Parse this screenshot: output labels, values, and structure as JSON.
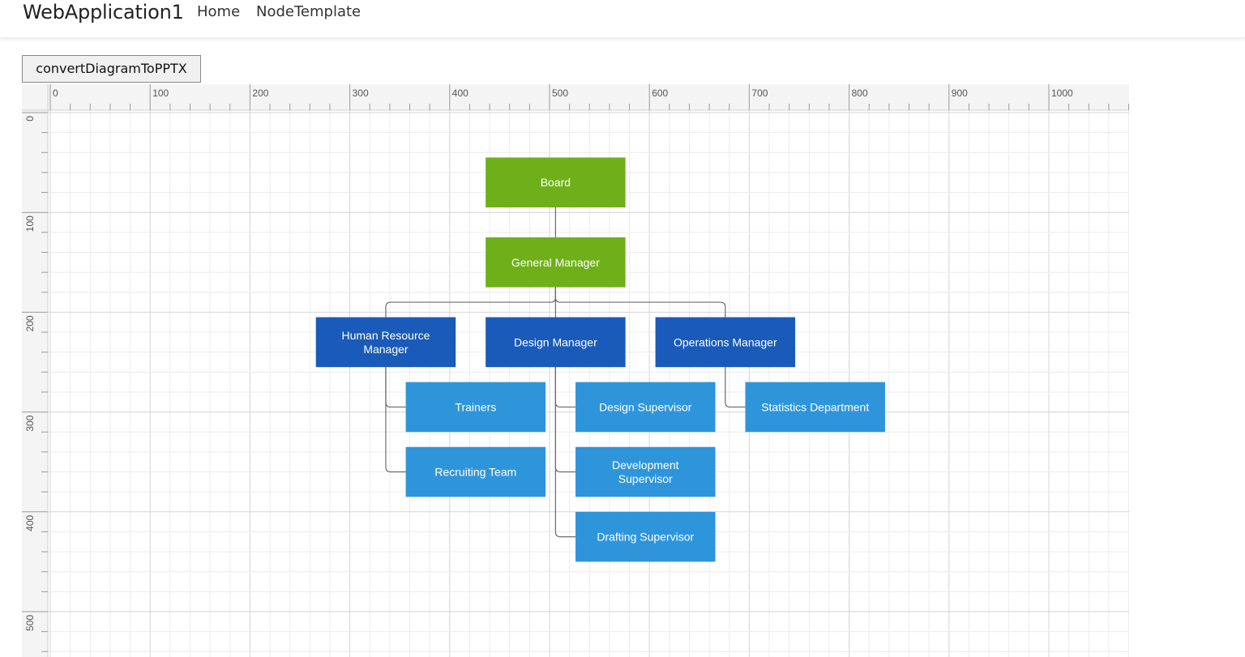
{
  "app": {
    "title": "WebApplication1",
    "nav": [
      {
        "label": "Home"
      },
      {
        "label": "NodeTemplate"
      }
    ]
  },
  "toolbar": {
    "convert_label": "convertDiagramToPPTX"
  },
  "ruler": {
    "horizontal_labels": [
      "0",
      "100",
      "200",
      "300",
      "400",
      "500",
      "600",
      "700",
      "800",
      "900",
      "1000"
    ],
    "vertical_labels": [
      "0",
      "100",
      "200",
      "300",
      "400",
      "500"
    ]
  },
  "colors": {
    "green": "#6fb01a",
    "dark_blue": "#1a5ab8",
    "light_blue": "#2f95da",
    "connector": "#6b6b6b",
    "grid_major": "#d4d4d4",
    "grid_minor": "#ececec"
  },
  "diagram": {
    "nodes": [
      {
        "id": "board",
        "lines": [
          "Board"
        ],
        "color": "green"
      },
      {
        "id": "gm",
        "lines": [
          "General Manager"
        ],
        "color": "green"
      },
      {
        "id": "hr",
        "lines": [
          "Human Resource",
          "Manager"
        ],
        "color": "dark_blue"
      },
      {
        "id": "dm",
        "lines": [
          "Design Manager"
        ],
        "color": "dark_blue"
      },
      {
        "id": "om",
        "lines": [
          "Operations Manager"
        ],
        "color": "dark_blue"
      },
      {
        "id": "trainers",
        "lines": [
          "Trainers"
        ],
        "color": "light_blue"
      },
      {
        "id": "recruit",
        "lines": [
          "Recruiting Team"
        ],
        "color": "light_blue"
      },
      {
        "id": "dsup",
        "lines": [
          "Design Supervisor"
        ],
        "color": "light_blue"
      },
      {
        "id": "devsup",
        "lines": [
          "Development",
          "Supervisor"
        ],
        "color": "light_blue"
      },
      {
        "id": "draft",
        "lines": [
          "Drafting Supervisor"
        ],
        "color": "light_blue"
      },
      {
        "id": "stats",
        "lines": [
          "Statistics Department"
        ],
        "color": "light_blue"
      }
    ],
    "connectors": [
      {
        "from": "board",
        "to": "gm"
      },
      {
        "from": "gm",
        "to": "hr"
      },
      {
        "from": "gm",
        "to": "dm"
      },
      {
        "from": "gm",
        "to": "om"
      },
      {
        "from": "hr",
        "to": "trainers"
      },
      {
        "from": "hr",
        "to": "recruit"
      },
      {
        "from": "dm",
        "to": "dsup"
      },
      {
        "from": "dm",
        "to": "devsup"
      },
      {
        "from": "dm",
        "to": "draft"
      },
      {
        "from": "om",
        "to": "stats"
      }
    ]
  }
}
